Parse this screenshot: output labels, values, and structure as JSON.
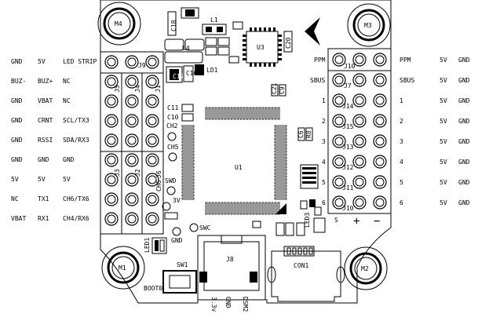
{
  "mounting_holes": [
    {
      "label": "M4"
    },
    {
      "label": "M3"
    },
    {
      "label": "M1"
    },
    {
      "label": "M2"
    }
  ],
  "chips": {
    "u1": "U1",
    "u3": "U3",
    "u4": "U4"
  },
  "components": {
    "c18": "C18",
    "c20": "C20",
    "l1": "L1",
    "c17": "C17",
    "c16": "C16",
    "ld1": "LD1",
    "led1": "LED1",
    "led3": "LED3",
    "c11": "C11",
    "c10": "C10",
    "c21": "C21",
    "c9": "C9",
    "c6": "C6",
    "r8": "R8",
    "c8": "C8",
    "ch6": "CH6"
  },
  "test_points": {
    "ch2": "CH2",
    "ch5": "CH5",
    "swd": "SWD",
    "v3": "3V",
    "gnd": "GND",
    "swc": "SWC"
  },
  "connectors": {
    "j1": "J1",
    "j2": "J2",
    "j3": "J3",
    "j4": "J4",
    "j5": "J5",
    "j6": "J6",
    "j9": "J9",
    "j8": "J8",
    "con1": "CON1",
    "sw1": "SW1",
    "boot0": "BOOT0",
    "j10a": "J10",
    "j7": "J7",
    "j14": "J14",
    "j15": "J15",
    "j13": "J13",
    "j12": "J12",
    "j11": "J11",
    "j10b": "J10"
  },
  "bottom_pins": [
    "3.3v",
    "GND",
    "DSM2"
  ],
  "right_col_markers": [
    "S",
    "+",
    "−"
  ],
  "right_inner_labels": [
    "PPM",
    "SBUS",
    "1",
    "2",
    "3",
    "4",
    "5",
    "6"
  ],
  "left_rows": [
    [
      "GND",
      "5V",
      "LED STRIP"
    ],
    [
      "BUZ-",
      "BUZ+",
      "NC"
    ],
    [
      "GND",
      "VBAT",
      "NC"
    ],
    [
      "GND",
      "CRNT",
      "SCL/TX3"
    ],
    [
      "GND",
      "RSSI",
      "SDA/RX3"
    ],
    [
      "GND",
      "GND",
      "GND"
    ],
    [
      "5V",
      "5V",
      "5V"
    ],
    [
      "NC",
      "TX1",
      "CH6/TX6"
    ],
    [
      "VBAT",
      "RX1",
      "CH4/RX6"
    ]
  ],
  "right_rows": [
    [
      "PPM",
      "5V",
      "GND"
    ],
    [
      "SBUS",
      "5V",
      "GND"
    ],
    [
      "1",
      "5V",
      "GND"
    ],
    [
      "2",
      "5V",
      "GND"
    ],
    [
      "3",
      "5V",
      "GND"
    ],
    [
      "4",
      "5V",
      "GND"
    ],
    [
      "5",
      "5V",
      "GND"
    ],
    [
      "6",
      "5V",
      "GND"
    ]
  ]
}
